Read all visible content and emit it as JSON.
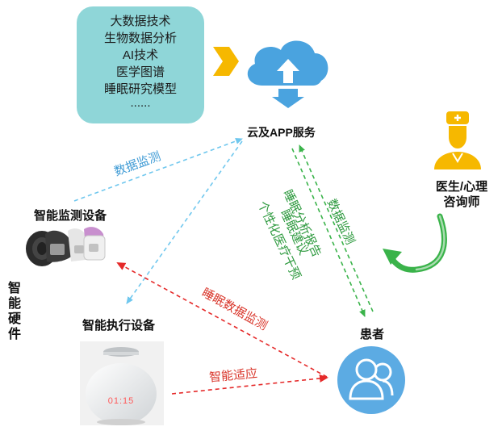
{
  "tech_box": {
    "items": [
      "大数据技术",
      "生物数据分析",
      "AI技术",
      "医学图谱",
      "睡眠研究模型",
      "......"
    ]
  },
  "nodes": {
    "cloud": "云及APP服务",
    "doctor_line1": "医生/心理",
    "doctor_line2": "咨询师",
    "monitor_device": "智能监测设备",
    "exec_device": "智能执行设备",
    "patient": "患者",
    "hardware_line1": "智能",
    "hardware_line2": "硬件"
  },
  "edges": {
    "monitor_to_cloud": "数据监测",
    "patient_to_cloud": "数据监测",
    "cloud_to_patient_1": "睡眠分析报告",
    "cloud_to_patient_2": "睡眠建议",
    "cloud_to_patient_3": "个性化医疗干预",
    "patient_to_monitor": "睡眠数据监测",
    "exec_to_patient": "智能适应"
  },
  "device_display": "01:15",
  "colors": {
    "tech_box": "#8fd6d8",
    "cloud": "#4aa3df",
    "arrow_blue": "#6fc7ee",
    "arrow_green": "#3ab34a",
    "arrow_red": "#e52a2a",
    "accent_yellow": "#f6b800",
    "label_blue": "#3f9bd5",
    "label_green": "#2e9a3f",
    "label_red": "#d9362b"
  },
  "icons": [
    "cloud-sync-icon",
    "doctor-icon",
    "patient-group-icon",
    "sleep-band-device",
    "sleep-speaker-device"
  ]
}
